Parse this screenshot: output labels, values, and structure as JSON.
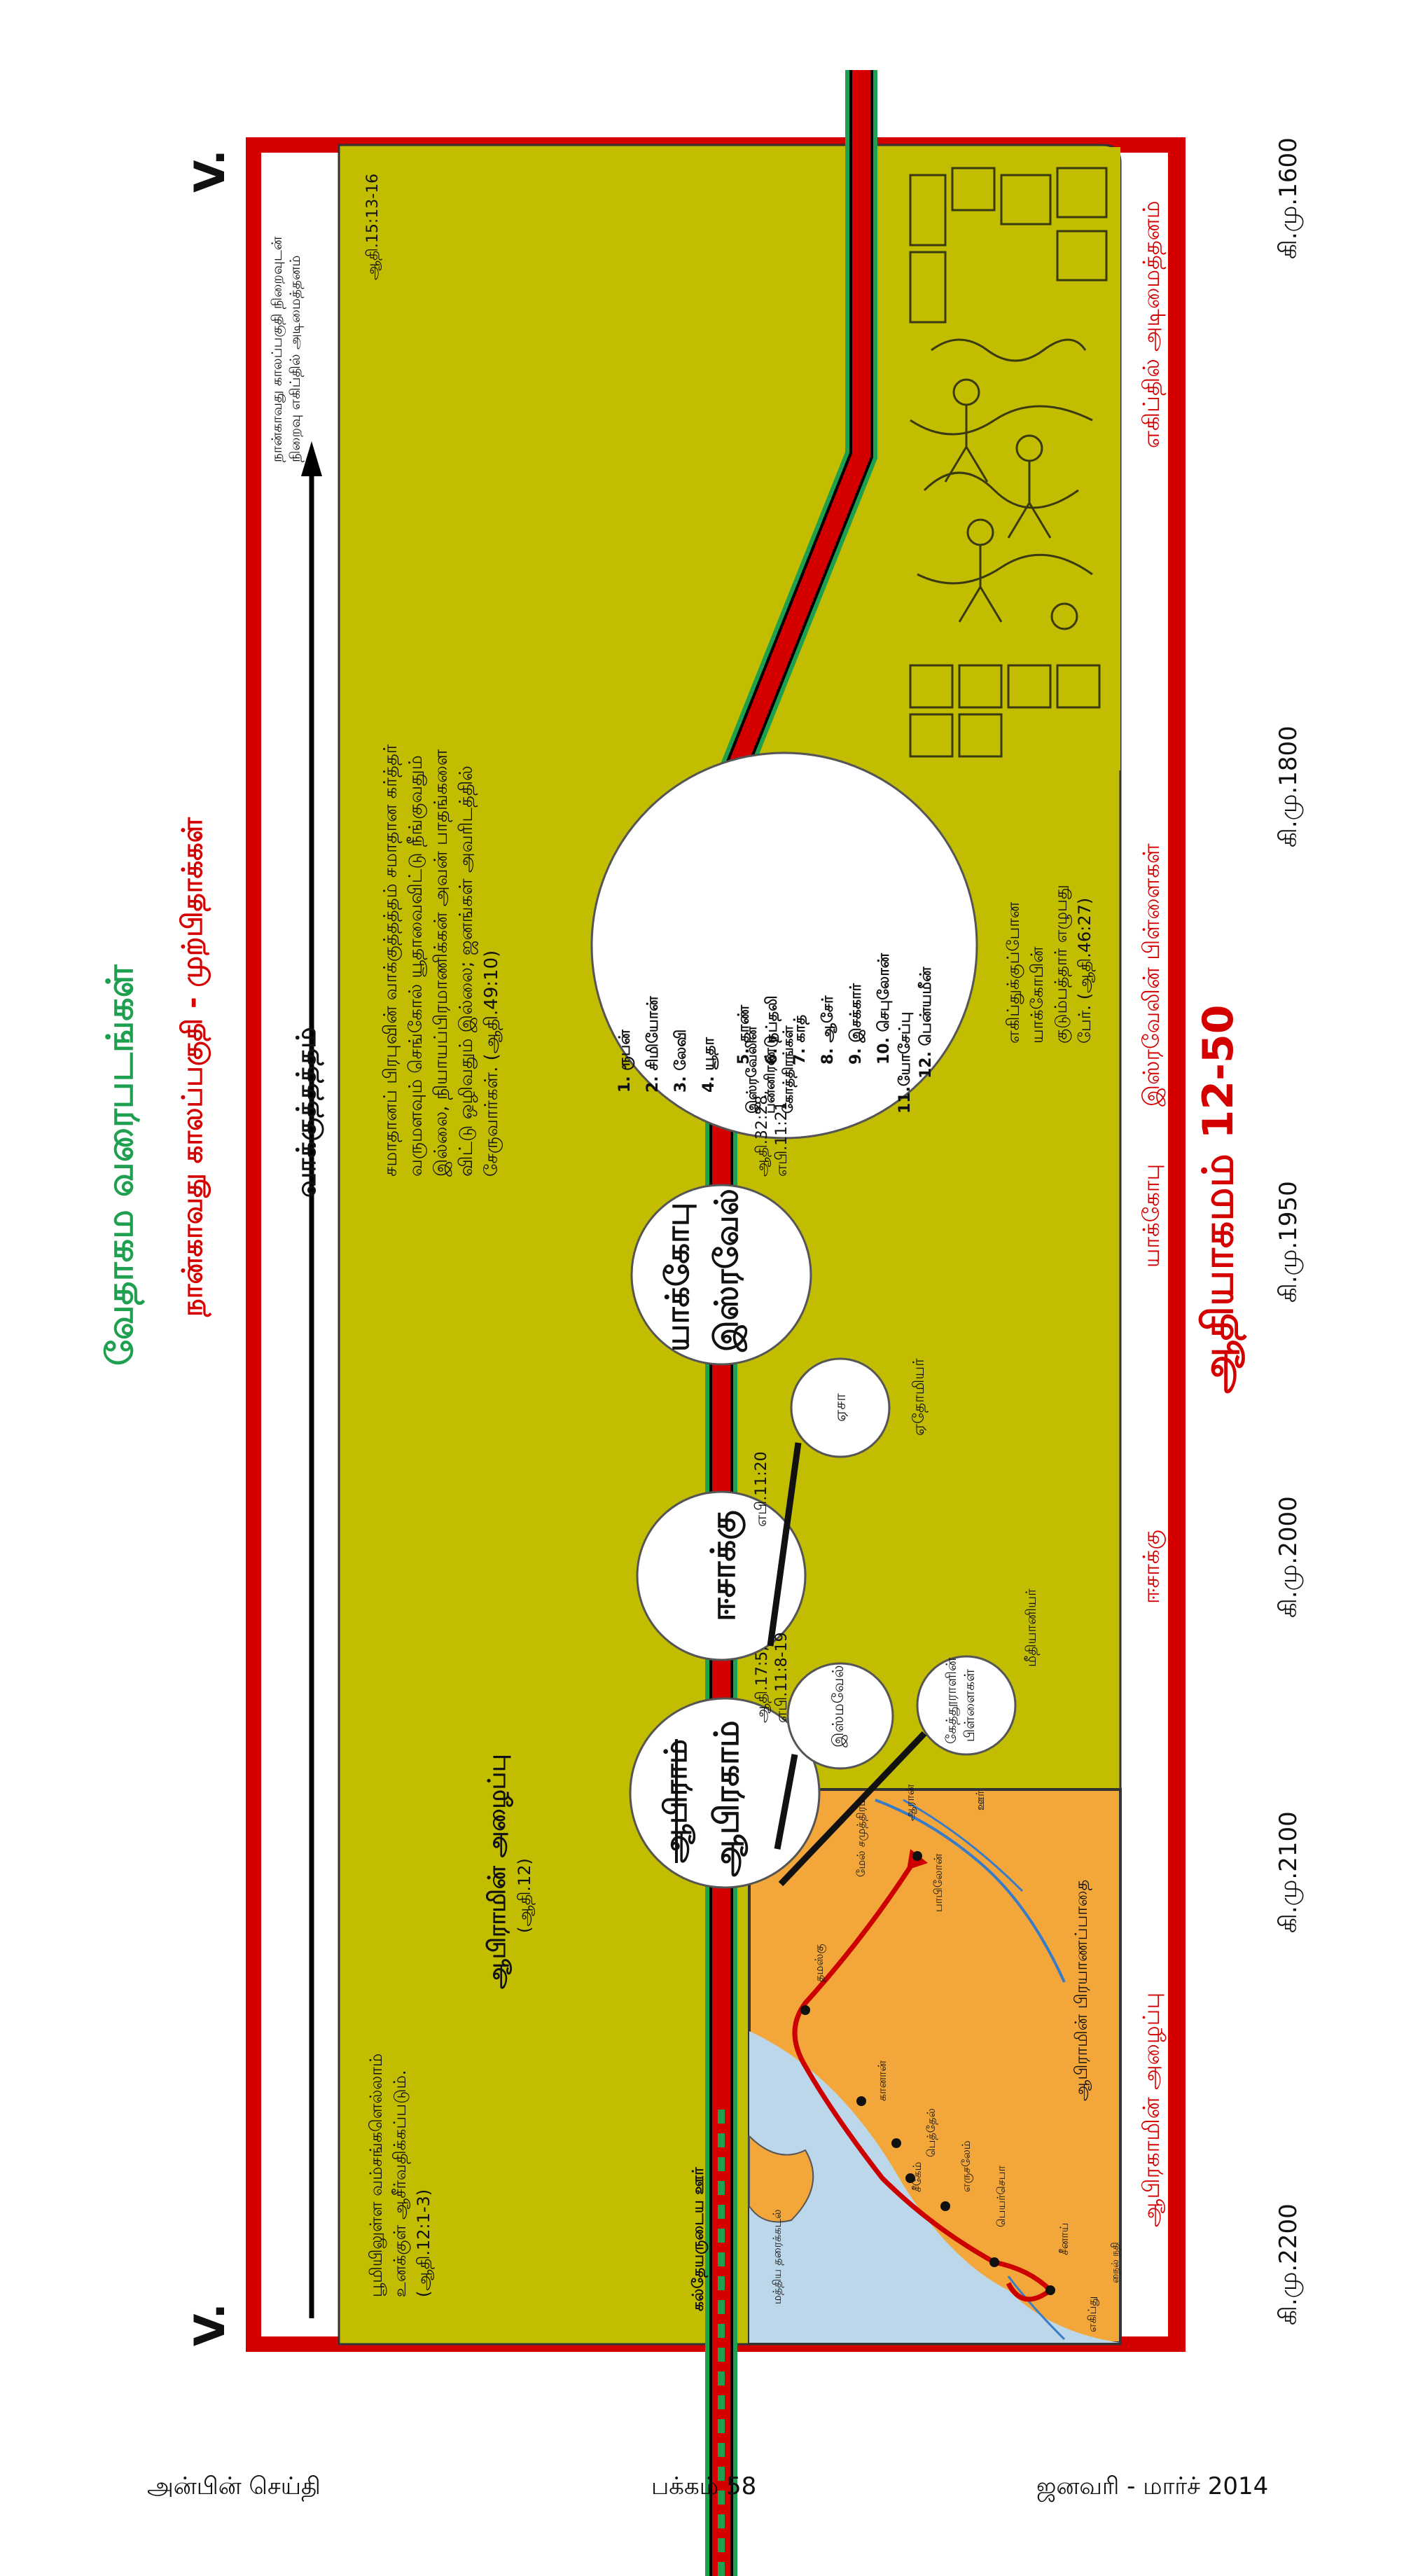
{
  "header": {
    "title": "வேதாகம வரைபடங்கள்",
    "subtitle": "நான்காவது காலப்பகுதி - முற்பிதாக்கள்",
    "section_number_top": "V.",
    "section_number_bottom": "V.",
    "ref_title": "ஆதியாகமம் 12-50"
  },
  "timeline_arrow": {
    "label": "வாக்குத்தத்தம்",
    "top_caption": "நான்காவது காலப்பகுதி நிறைவுடன் நிறைவு எகிப்தில் அடிமைத்தனம்",
    "top_ref": "ஆதி.15:13-16"
  },
  "nodes": {
    "abraham": {
      "line1": "ஆபிராம்",
      "line2": "ஆபிரகாம்",
      "ref": "ஆதி.17:5, எபி.11:8-19"
    },
    "isaac": {
      "label": "ஈசாக்கு",
      "ref": "எபி.11:20"
    },
    "jacob": {
      "line1": "யாக்கோபு",
      "line2": "இஸ்ரவேல்",
      "ref": "ஆதி.32:28, எபி.11:21"
    },
    "ishmael": {
      "label": "இஸ்மவேல்"
    },
    "keturah": {
      "label": "கேத்தூராளின் பிள்ளைகள்"
    },
    "esau": {
      "label": "ஏசா"
    },
    "midianites": {
      "label": "மீதியானியர்"
    },
    "edomites": {
      "label": "ஏதோமியர்"
    }
  },
  "twelve_sons": {
    "names": [
      "1. ரூபன்",
      "2. சிமியோன்",
      "3. லேவி",
      "4. யூதா",
      "5. தாண்",
      "6. நப்தலி",
      "7. காத்",
      "8. ஆசேர்",
      "9. இசக்கார்",
      "10. செபுலோன்",
      "11.யோசேப்பு",
      "12. பென்யமீன்"
    ],
    "heading": "இஸ்ரவேலின் பன்னிரண்டு கோத்திரங்கள்",
    "egypt_note": "எகிப்துக்குப்போன யாக்கோபின் குடும்பத்தார் எழுபது பேர். (ஆதி.46:27)"
  },
  "texts": {
    "promise_left": "பூமியிலுள்ள வம்சங்களெல்லாம் உனக்குள் ஆசீர்வதிக்கப்படும். (ஆதி.12:1-3)",
    "abraham_call": "ஆபிராமின் அழைப்பு",
    "abraham_call_ref": "(ஆதி.12)",
    "judah_promise": "சமாதானப் பிரபுவின் வாக்குத்தத்தம் சமாதான கர்த்தர் வருமளவும் செங்கோல் யூதாவைவிட்டு நீங்குவதும் இல்லை, நியாயப்பிரமாணிக்கன் அவன் பாதங்களை விட்டு ஒழிவதும் இல்லை; ஜனங்கள் அவரிடத்தில் சேருவார்கள். (ஆதி.49:10)",
    "ur_label": "கல்தேயருடைய ஊர்"
  },
  "map": {
    "caption": "ஆபிராமின் பிரயாணப்பாதை",
    "places": [
      "ஆரான்",
      "தமஸ்கு",
      "ஊர்",
      "பாபிலோன்",
      "எகிப்து",
      "பெயர்செபா",
      "சீனாய்",
      "மத்திய தரைக்கடல்",
      "கானான்",
      "எருசலேம்",
      "பெத்தேல்",
      "சீகேம்",
      "நைல் நதி",
      "மேல் சமுத்திரம்"
    ]
  },
  "bottom_labels": [
    "ஆபிரகாமின் அழைப்பு",
    "ஈசாக்கு",
    "யாக்கோபு",
    "இஸ்ரவேலின் பிள்ளைகள்",
    "எகிப்தில் அடிமைத்தனம்"
  ],
  "dates": [
    "கி.மு.2200",
    "கி.மு.2100",
    "கி.மு.2000",
    "கி.மு.1950",
    "கி.மு.1800",
    "கி.மு.1600"
  ],
  "footer": {
    "left": "அன்பின் செய்தி",
    "center": "பக்கம் 58",
    "right": "ஜனவரி - மார்ச் 2014"
  },
  "colors": {
    "olive": "#c2bd00",
    "red": "#d40000",
    "green": "#1fa050",
    "map_land": "#f3a73a",
    "map_sea": "#bcd7ea"
  }
}
